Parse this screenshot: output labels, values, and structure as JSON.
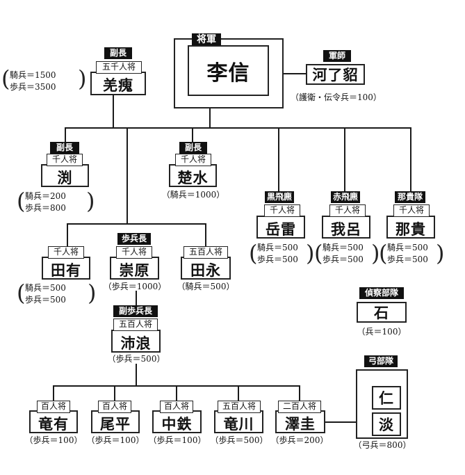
{
  "general": {
    "tag": "将軍",
    "name": "李信"
  },
  "strategist": {
    "tag": "軍師",
    "name": "河了貂",
    "note": "（護衛・伝令兵＝100）"
  },
  "kyoukai": {
    "tag": "副長",
    "rank": "五千人将",
    "name": "羌瘣",
    "cavalry": "騎兵＝1500",
    "infantry": "歩兵＝3500"
  },
  "en": {
    "tag": "副長",
    "rank": "千人将",
    "name": "渕",
    "cavalry": "騎兵＝200",
    "infantry": "歩兵＝800"
  },
  "sosui": {
    "tag": "副長",
    "rank": "千人将",
    "name": "楚水",
    "note": "（騎兵＝1000）"
  },
  "gakurai": {
    "tag": "黒飛麃",
    "rank": "千人将",
    "name": "岳雷",
    "cavalry": "騎兵＝500",
    "infantry": "歩兵＝500"
  },
  "garo": {
    "tag": "赤飛麃",
    "rank": "千人将",
    "name": "我呂",
    "cavalry": "騎兵＝500",
    "infantry": "歩兵＝500"
  },
  "naki": {
    "tag": "那貴隊",
    "rank": "千人将",
    "name": "那貴",
    "cavalry": "騎兵＝500",
    "infantry": "歩兵＝500"
  },
  "denyuu": {
    "rank": "千人将",
    "name": "田有",
    "cavalry": "騎兵＝500",
    "infantry": "歩兵＝500"
  },
  "sugen": {
    "tag": "歩兵長",
    "rank": "千人将",
    "name": "崇原",
    "note": "（歩兵＝1000）"
  },
  "denei": {
    "rank": "五百人将",
    "name": "田永",
    "note": "（騎兵＝500）"
  },
  "hairou": {
    "tag": "副歩兵長",
    "rank": "五百人将",
    "name": "沛浪",
    "note": "（歩兵＝500）"
  },
  "scouts": {
    "tag": "偵察部隊",
    "name": "石",
    "note": "（兵＝100）"
  },
  "archers": {
    "tag": "弓部隊",
    "names": [
      "仁",
      "淡"
    ],
    "note": "（弓兵＝800）"
  },
  "bottom": [
    {
      "rank": "百人将",
      "name": "竜有",
      "note": "（歩兵＝100）"
    },
    {
      "rank": "百人将",
      "name": "尾平",
      "note": "（歩兵＝100）"
    },
    {
      "rank": "百人将",
      "name": "中鉄",
      "note": "（歩兵＝100）"
    },
    {
      "rank": "五百人将",
      "name": "竜川",
      "note": "（歩兵＝500）"
    },
    {
      "rank": "二百人将",
      "name": "澤圭",
      "note": "（歩兵＝200）"
    }
  ]
}
